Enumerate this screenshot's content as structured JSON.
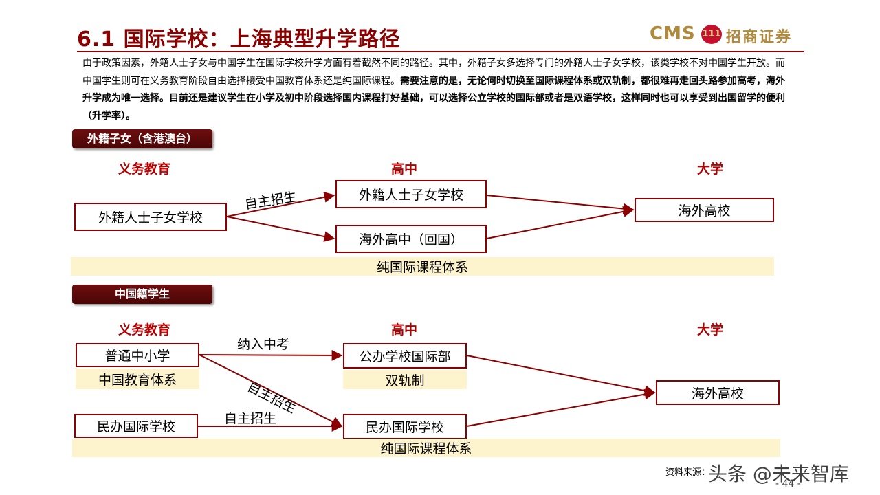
{
  "header": {
    "title": "6.1  国际学校：上海典型升学路径",
    "logo": {
      "cms": "CMS",
      "badge": "111",
      "cn": "招商证券"
    }
  },
  "intro": {
    "normal": "由于政策因素，外籍人士子女与中国学生在国际学校升学方面有着截然不同的路径。其中，外籍子女多选择专门的外籍人士子女学校，该类学校不对中国学生开放。而中国学生则可在义务教育阶段自由选择接受中国教育体系还是纯国际课程。",
    "bold": "需要注意的是，无论何时切换至国际课程体系或双轨制，都很难再走回头路参加高考，海外升学成为唯一选择。目前还是建议学生在小学及初中阶段选择国内课程打好基础，可以选择公立学校的国际部或者是双语学校，这样同时也可以享受到出国留学的便利（升学率）。"
  },
  "section_foreign": {
    "tag": "外籍子女（含港澳台）",
    "col_compulsory": "义务教育",
    "col_high": "高中",
    "col_university": "大学",
    "node_start": "外籍人士子女学校",
    "node_high_1": "外籍人士子女学校",
    "node_high_2": "海外高中（回国）",
    "node_uni": "海外高校",
    "edge_label": "自主招生",
    "band": "纯国际课程体系"
  },
  "section_chinese": {
    "tag": "中国籍学生",
    "col_compulsory": "义务教育",
    "col_high": "高中",
    "col_university": "大学",
    "node_public": "普通中小学",
    "node_public_band": "中国教育体系",
    "node_private": "民办国际学校",
    "node_high_public": "公办学校国际部",
    "node_high_public_band": "双轨制",
    "node_high_private": "民办国际学校",
    "node_uni": "海外高校",
    "edge_label_zhongkao": "纳入中考",
    "edge_label_diag": "自主招生",
    "edge_label_private": "自主招生",
    "band": "纯国际课程体系"
  },
  "footer": {
    "source": "资料来源：",
    "watermark": "头条 @未来智库",
    "page": "- 44 -"
  },
  "colors": {
    "accent": "#8b0000",
    "band": "#fdf3cc",
    "heading": "#b00000"
  }
}
